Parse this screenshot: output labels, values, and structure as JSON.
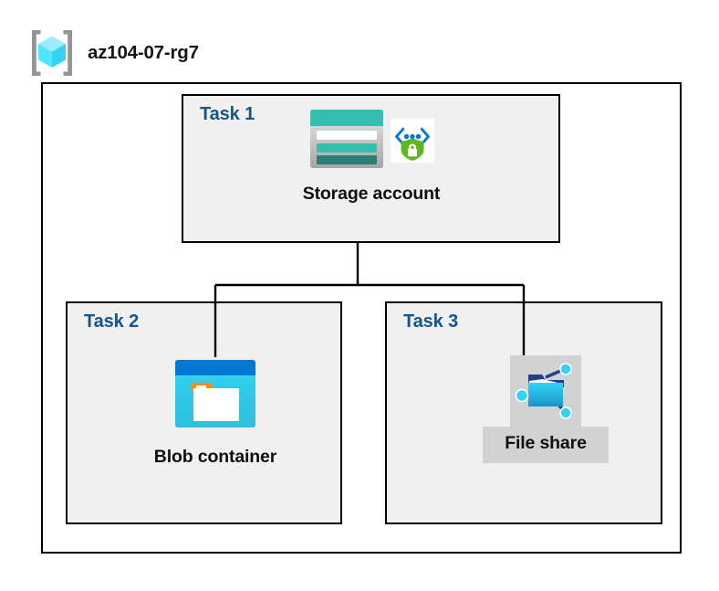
{
  "diagram": {
    "type": "azure-architecture",
    "resource_group": {
      "name": "az104-07-rg7",
      "icon": "resource-group-icon"
    },
    "tasks": [
      {
        "id": "task1",
        "label": "Task 1",
        "resource": "Storage account",
        "icons": [
          "storage-account-icon",
          "secure-encryption-badge-icon"
        ]
      },
      {
        "id": "task2",
        "label": "Task 2",
        "resource": "Blob container",
        "icons": [
          "blob-container-icon"
        ]
      },
      {
        "id": "task3",
        "label": "Task 3",
        "resource": "File share",
        "icons": [
          "file-share-icon"
        ],
        "highlighted": true
      }
    ],
    "connections": [
      {
        "from": "Storage account",
        "to": "Blob container"
      },
      {
        "from": "Storage account",
        "to": "File share"
      }
    ],
    "colors": {
      "task_label": "#14558a",
      "caption": "#0f0f0f",
      "task_box_fill": "#f0f0f0",
      "border": "#000000",
      "highlight": "#d2d2d2",
      "storage_teal": "#36bfb1",
      "storage_teal_dark": "#2b7e76",
      "blob_blue": "#0078d4",
      "blob_cyan": "#32d4f5",
      "blob_orange": "#f78d1e",
      "shield_green": "#5fb722",
      "cube_cyan": "#50e6ff",
      "bracket_gray": "#949494"
    }
  }
}
